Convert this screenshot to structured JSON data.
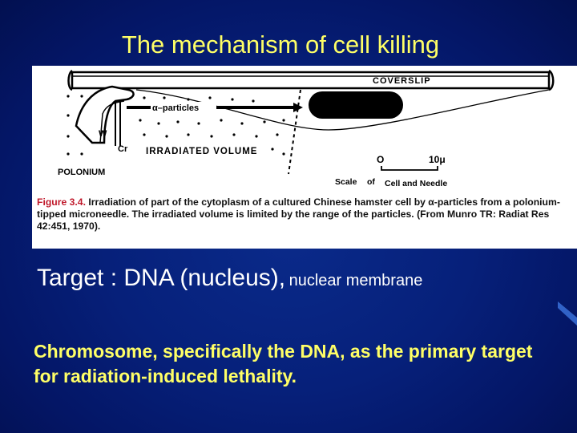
{
  "slide": {
    "title": "The mechanism of cell killing"
  },
  "figure": {
    "labels": {
      "coverslip": "COVERSLIP",
      "particles": "α–particles",
      "w": "W",
      "cr": "Cr",
      "irradiated_volume": "IRRADIATED VOLUME",
      "polonium": "POLONIUM",
      "scale_zero": "O",
      "scale_ten": "10μ",
      "scale_of": "Scale",
      "scale_of_word": "of",
      "scale_cell_needle": "Cell and Needle"
    },
    "caption_label": "Figure 3.4.",
    "caption_text": "Irradiation of part of the cytoplasm of a cultured Chinese hamster cell by α-particles from a polonium-tipped microneedle. The irradiated volume is limited by the range of the particles. (From Munro TR: Radiat Res 42:451, 1970)."
  },
  "target": {
    "main": "Target : DNA (nucleus),",
    "secondary": "nuclear membrane"
  },
  "conclusion": {
    "text": "Chromosome, specifically the DNA, as the primary target for radiation-induced lethality."
  },
  "colors": {
    "title": "#ffff66",
    "conclusion": "#ffff66",
    "background": "#06207a",
    "caption_label": "#c0192b"
  }
}
